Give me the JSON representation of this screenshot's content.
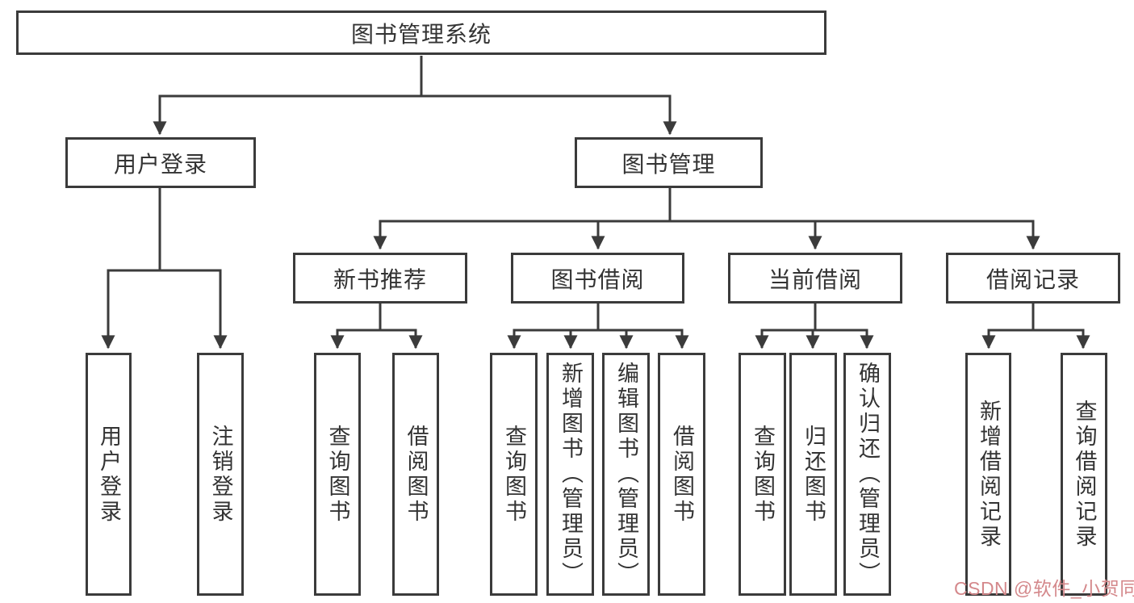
{
  "nodes": {
    "root": "图书管理系统",
    "user_login": "用户登录",
    "book_mgmt": "图书管理",
    "new_book_rec": "新书推荐",
    "book_borrow": "图书借阅",
    "current_borrow": "当前借阅",
    "borrow_record": "借阅记录",
    "leaf_user_login": "用户登录",
    "leaf_logout": "注销登录",
    "leaf_query_book_1": "查询图书",
    "leaf_borrow_book_1": "借阅图书",
    "leaf_query_book_2": "查询图书",
    "leaf_add_book": "新增图书（管理员）",
    "leaf_edit_book": "编辑图书（管理员）",
    "leaf_borrow_book_2": "借阅图书",
    "leaf_query_book_3": "查询图书",
    "leaf_return_book": "归还图书",
    "leaf_confirm_return": "确认归还（管理员）",
    "leaf_add_record": "新增借阅记录",
    "leaf_query_record": "查询借阅记录"
  },
  "watermark": {
    "text": "CSDN @软件_小贺同学"
  },
  "colors": {
    "line": "#3b3b3b",
    "text": "#333333",
    "background": "#ffffff",
    "watermark": "#d4888b"
  }
}
